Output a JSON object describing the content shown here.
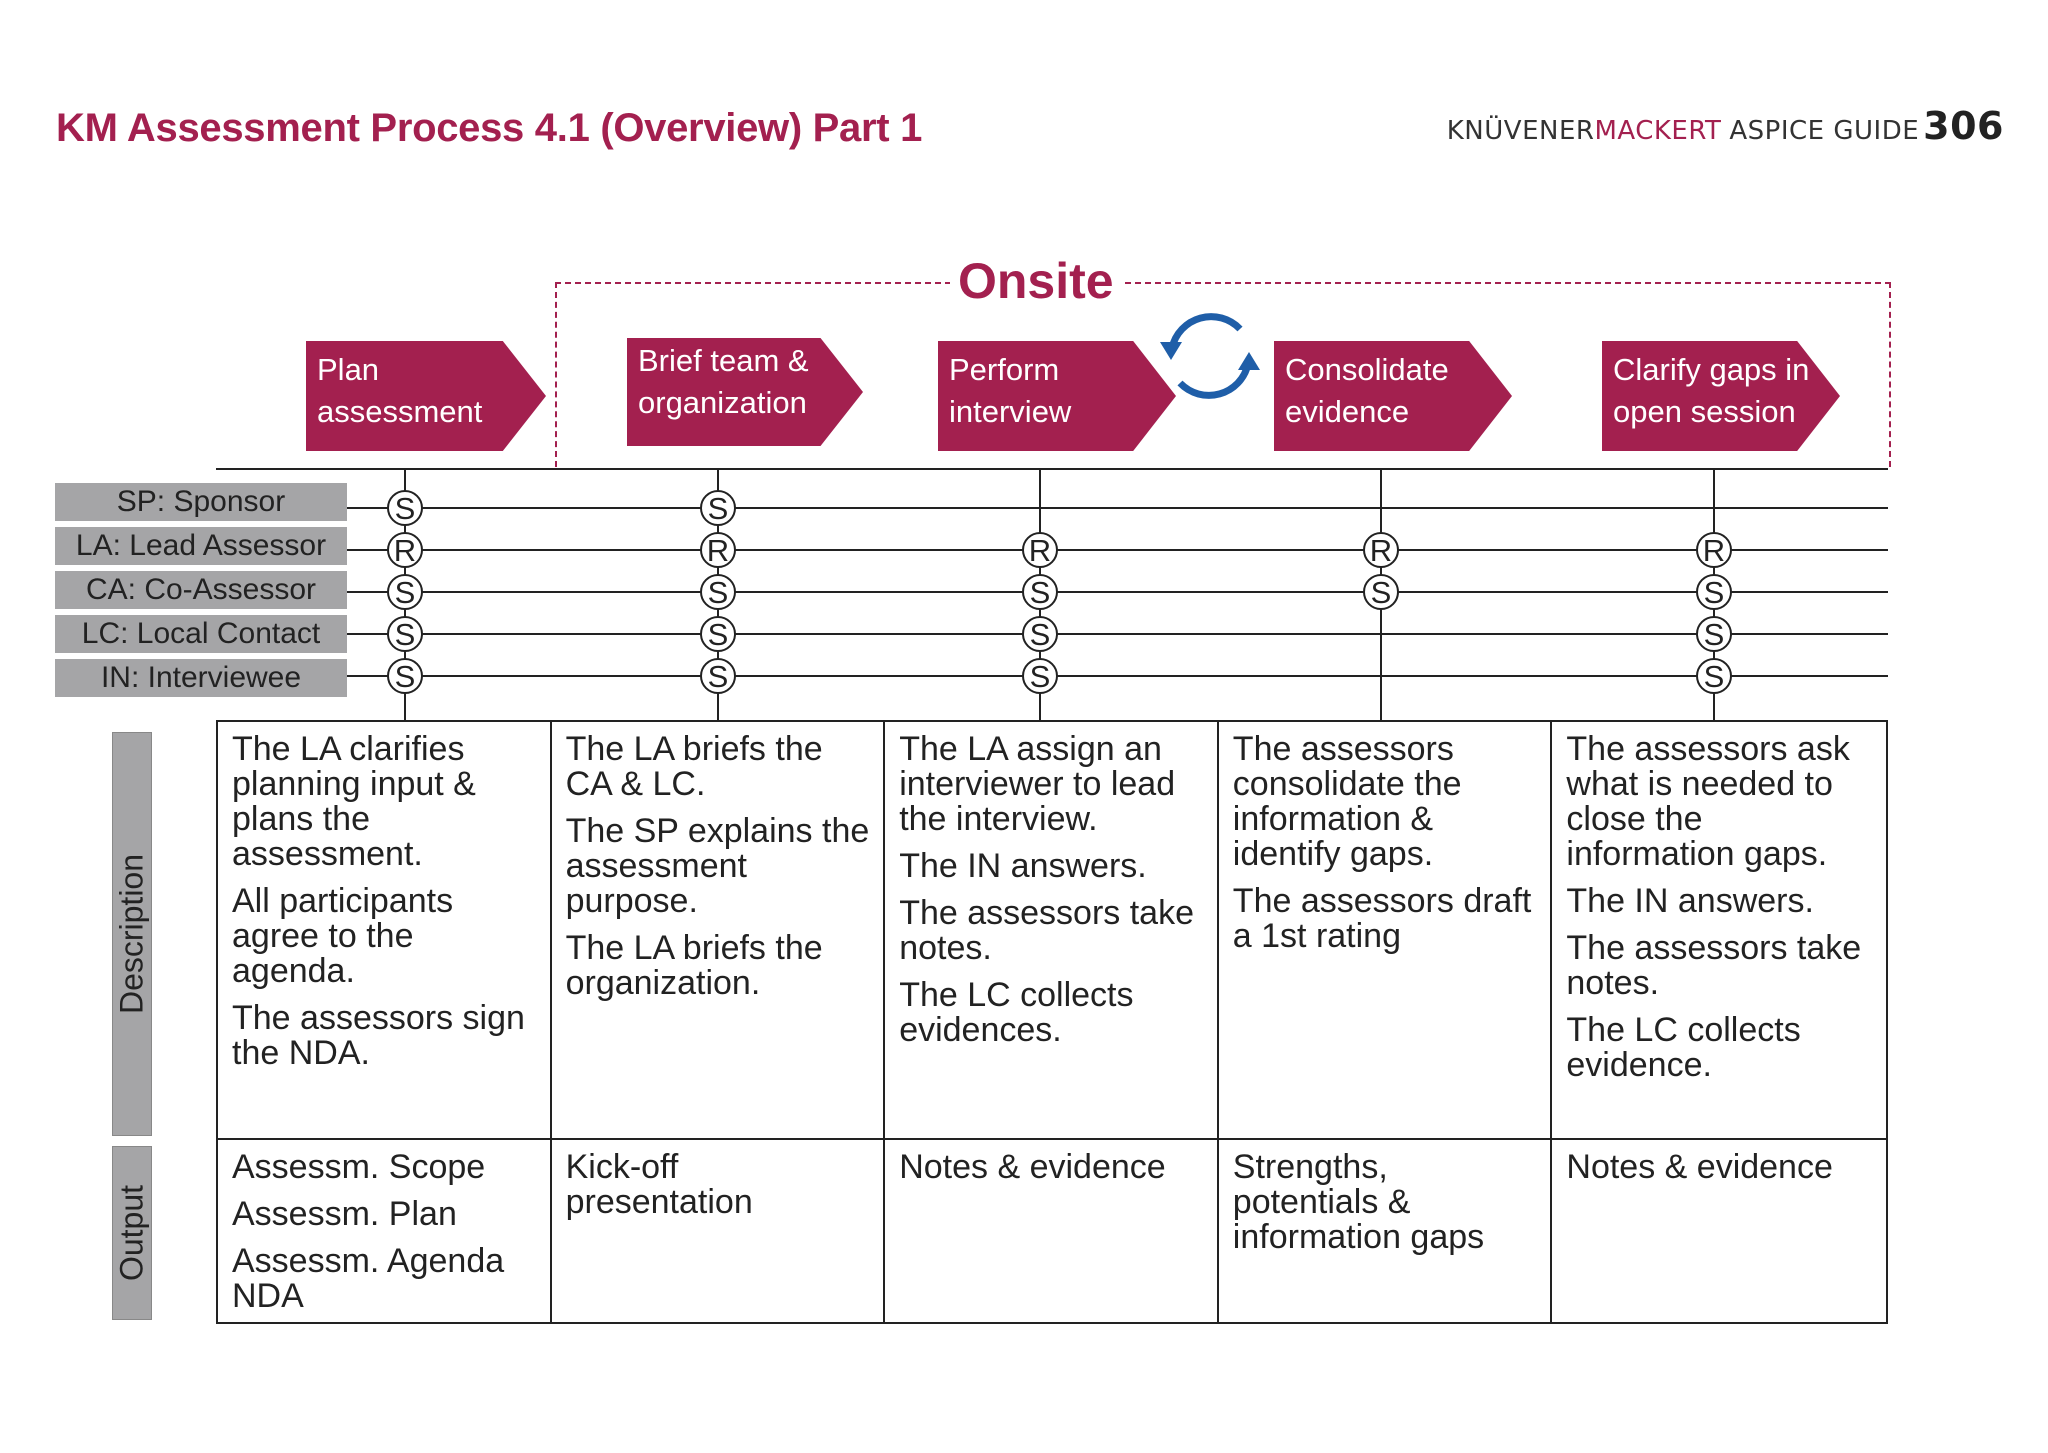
{
  "header": {
    "title": "KM Assessment Process 4.1 (Overview) Part 1",
    "brand_part1": "KNÜVENER",
    "brand_part2": "MACKERT",
    "brand_part3": "ASPICE GUIDE",
    "page_number": "306"
  },
  "onsite_label": "Onsite",
  "colors": {
    "accent": "#a3204f",
    "cycle": "#1f5ea8",
    "role_fill": "#a5a5a7"
  },
  "cycle_icon": "refresh-cycle-icon",
  "steps": [
    {
      "line1": "Plan",
      "line2": "assessment"
    },
    {
      "line1": "Brief team &",
      "line2": "organization"
    },
    {
      "line1": "Perform",
      "line2": "interview"
    },
    {
      "line1": "Consolidate",
      "line2": "evidence"
    },
    {
      "line1": "Clarify gaps in",
      "line2": "open session"
    }
  ],
  "roles": [
    "SP: Sponsor",
    "LA: Lead Assessor",
    "CA: Co-Assessor",
    "LC: Local Contact",
    "IN: Interviewee"
  ],
  "raci": [
    [
      "S",
      "R",
      "S",
      "S",
      "S"
    ],
    [
      "S",
      "R",
      "S",
      "S",
      "S"
    ],
    [
      "",
      "R",
      "S",
      "S",
      "S"
    ],
    [
      "",
      "R",
      "S",
      "",
      ""
    ],
    [
      "",
      "R",
      "S",
      "S",
      "S"
    ]
  ],
  "row_labels": {
    "description": "Description",
    "output": "Output"
  },
  "descriptions": [
    [
      "The LA clarifies planning input & plans the assessment.",
      "All participants agree to the agenda.",
      "The assessors sign the NDA."
    ],
    [
      "The LA briefs the CA & LC.",
      "The SP explains the assessment purpose.",
      "The LA briefs the organization."
    ],
    [
      "The LA assign an interviewer to lead the interview.",
      "The IN answers.",
      "The assessors take notes.",
      "The LC collects evidences."
    ],
    [
      "The assessors consolidate the information & identify gaps.",
      "The assessors draft a 1st rating"
    ],
    [
      "The assessors ask what is needed to close the information gaps.",
      "The IN answers.",
      "The assessors take notes.",
      "The LC collects evidence."
    ]
  ],
  "outputs": [
    [
      "Assessm. Scope",
      "Assessm. Plan",
      "Assessm. Agenda NDA"
    ],
    [
      "Kick-off presentation"
    ],
    [
      "Notes & evidence"
    ],
    [
      "Strengths, potentials & information gaps"
    ],
    [
      "Notes & evidence"
    ]
  ]
}
